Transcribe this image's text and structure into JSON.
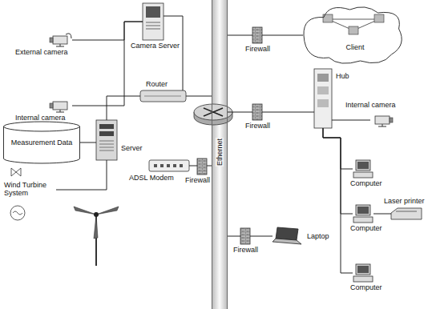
{
  "diagram": {
    "nodes": [
      {
        "text": [
          "External camera"
        ]
      },
      {
        "text": [
          "Camera Server"
        ]
      },
      {
        "text": [
          "Internal camera"
        ]
      },
      {
        "text": [
          "Router"
        ]
      },
      {
        "text": [
          "Measurement Data"
        ]
      },
      {
        "text": [
          "Server"
        ]
      },
      {
        "text": [
          "ADSL Modem"
        ]
      },
      {
        "text": [
          "Wind Turbine System"
        ]
      },
      {
        "text": [
          "Ethernet"
        ]
      },
      {
        "text": [
          "Firewall"
        ]
      },
      {
        "text": [
          "Client"
        ]
      },
      {
        "text": [
          "Firewall"
        ]
      },
      {
        "text": [
          "Hub"
        ]
      },
      {
        "text": [
          "Internal camera"
        ]
      },
      {
        "text": [
          "Firewall"
        ]
      },
      {
        "text": [
          "Firewall"
        ]
      },
      {
        "text": [
          "Laptop"
        ]
      },
      {
        "text": [
          "Computer"
        ]
      },
      {
        "text": [
          "Computer"
        ]
      },
      {
        "text": [
          "Laser printer"
        ]
      },
      {
        "text": [
          "Computer"
        ]
      }
    ],
    "edges": [
      {
        "from": 0,
        "to": 1,
        "arrow": "none"
      },
      {
        "from": 2,
        "to": 1,
        "arrow": "none"
      },
      {
        "from": 1,
        "to": 3,
        "arrow": "none"
      },
      {
        "from": 5,
        "to": 3,
        "arrow": "none"
      },
      {
        "from": 4,
        "to": 5,
        "arrow": "none"
      },
      {
        "from": 5,
        "to": 7,
        "arrow": "none"
      },
      {
        "from": 3,
        "to": 8,
        "arrow": "none"
      },
      {
        "from": 6,
        "to": 14,
        "arrow": "none"
      },
      {
        "from": 14,
        "to": 8,
        "arrow": "none"
      },
      {
        "from": 8,
        "to": 9,
        "arrow": "none"
      },
      {
        "from": 9,
        "to": 10,
        "arrow": "none"
      },
      {
        "from": 8,
        "to": 11,
        "arrow": "none"
      },
      {
        "from": 11,
        "to": 12,
        "arrow": "none"
      },
      {
        "from": 12,
        "to": 13,
        "arrow": "none"
      },
      {
        "from": 12,
        "to": 17,
        "arrow": "none"
      },
      {
        "from": 12,
        "to": 18,
        "arrow": "none"
      },
      {
        "from": 12,
        "to": 20,
        "arrow": "none"
      },
      {
        "from": 18,
        "to": 19,
        "arrow": "none"
      },
      {
        "from": 8,
        "to": 15,
        "arrow": "none"
      },
      {
        "from": 15,
        "to": 16,
        "arrow": "none"
      }
    ]
  }
}
